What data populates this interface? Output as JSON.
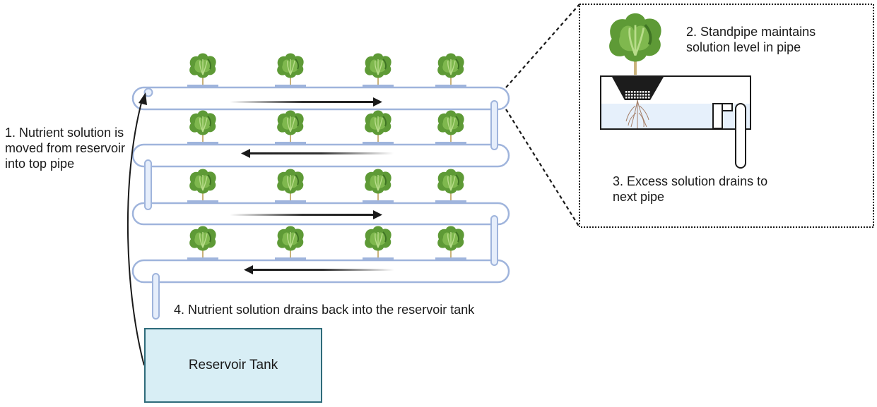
{
  "steps": {
    "step1": "1. Nutrient solution is moved from reservoir into top pipe",
    "step2": "2. Standpipe maintains solution level in pipe",
    "step3": "3. Excess solution drains to next pipe",
    "step4": "4. Nutrient solution drains back into the reservoir tank"
  },
  "reservoir": {
    "label": "Reservoir Tank"
  },
  "colors": {
    "pipe": "#9fb4dc",
    "tank_fill": "#d8eef5",
    "tank_border": "#2e6b7a",
    "water": "#e6f0fb",
    "leaf_dark": "#4f8a2f",
    "leaf_light": "#8cc460",
    "arrow": "#1a1a1a"
  },
  "pipes": [
    {
      "row": 1,
      "flow": "right"
    },
    {
      "row": 2,
      "flow": "left"
    },
    {
      "row": 3,
      "flow": "right"
    },
    {
      "row": 4,
      "flow": "left"
    }
  ],
  "plants_per_pipe": 4
}
